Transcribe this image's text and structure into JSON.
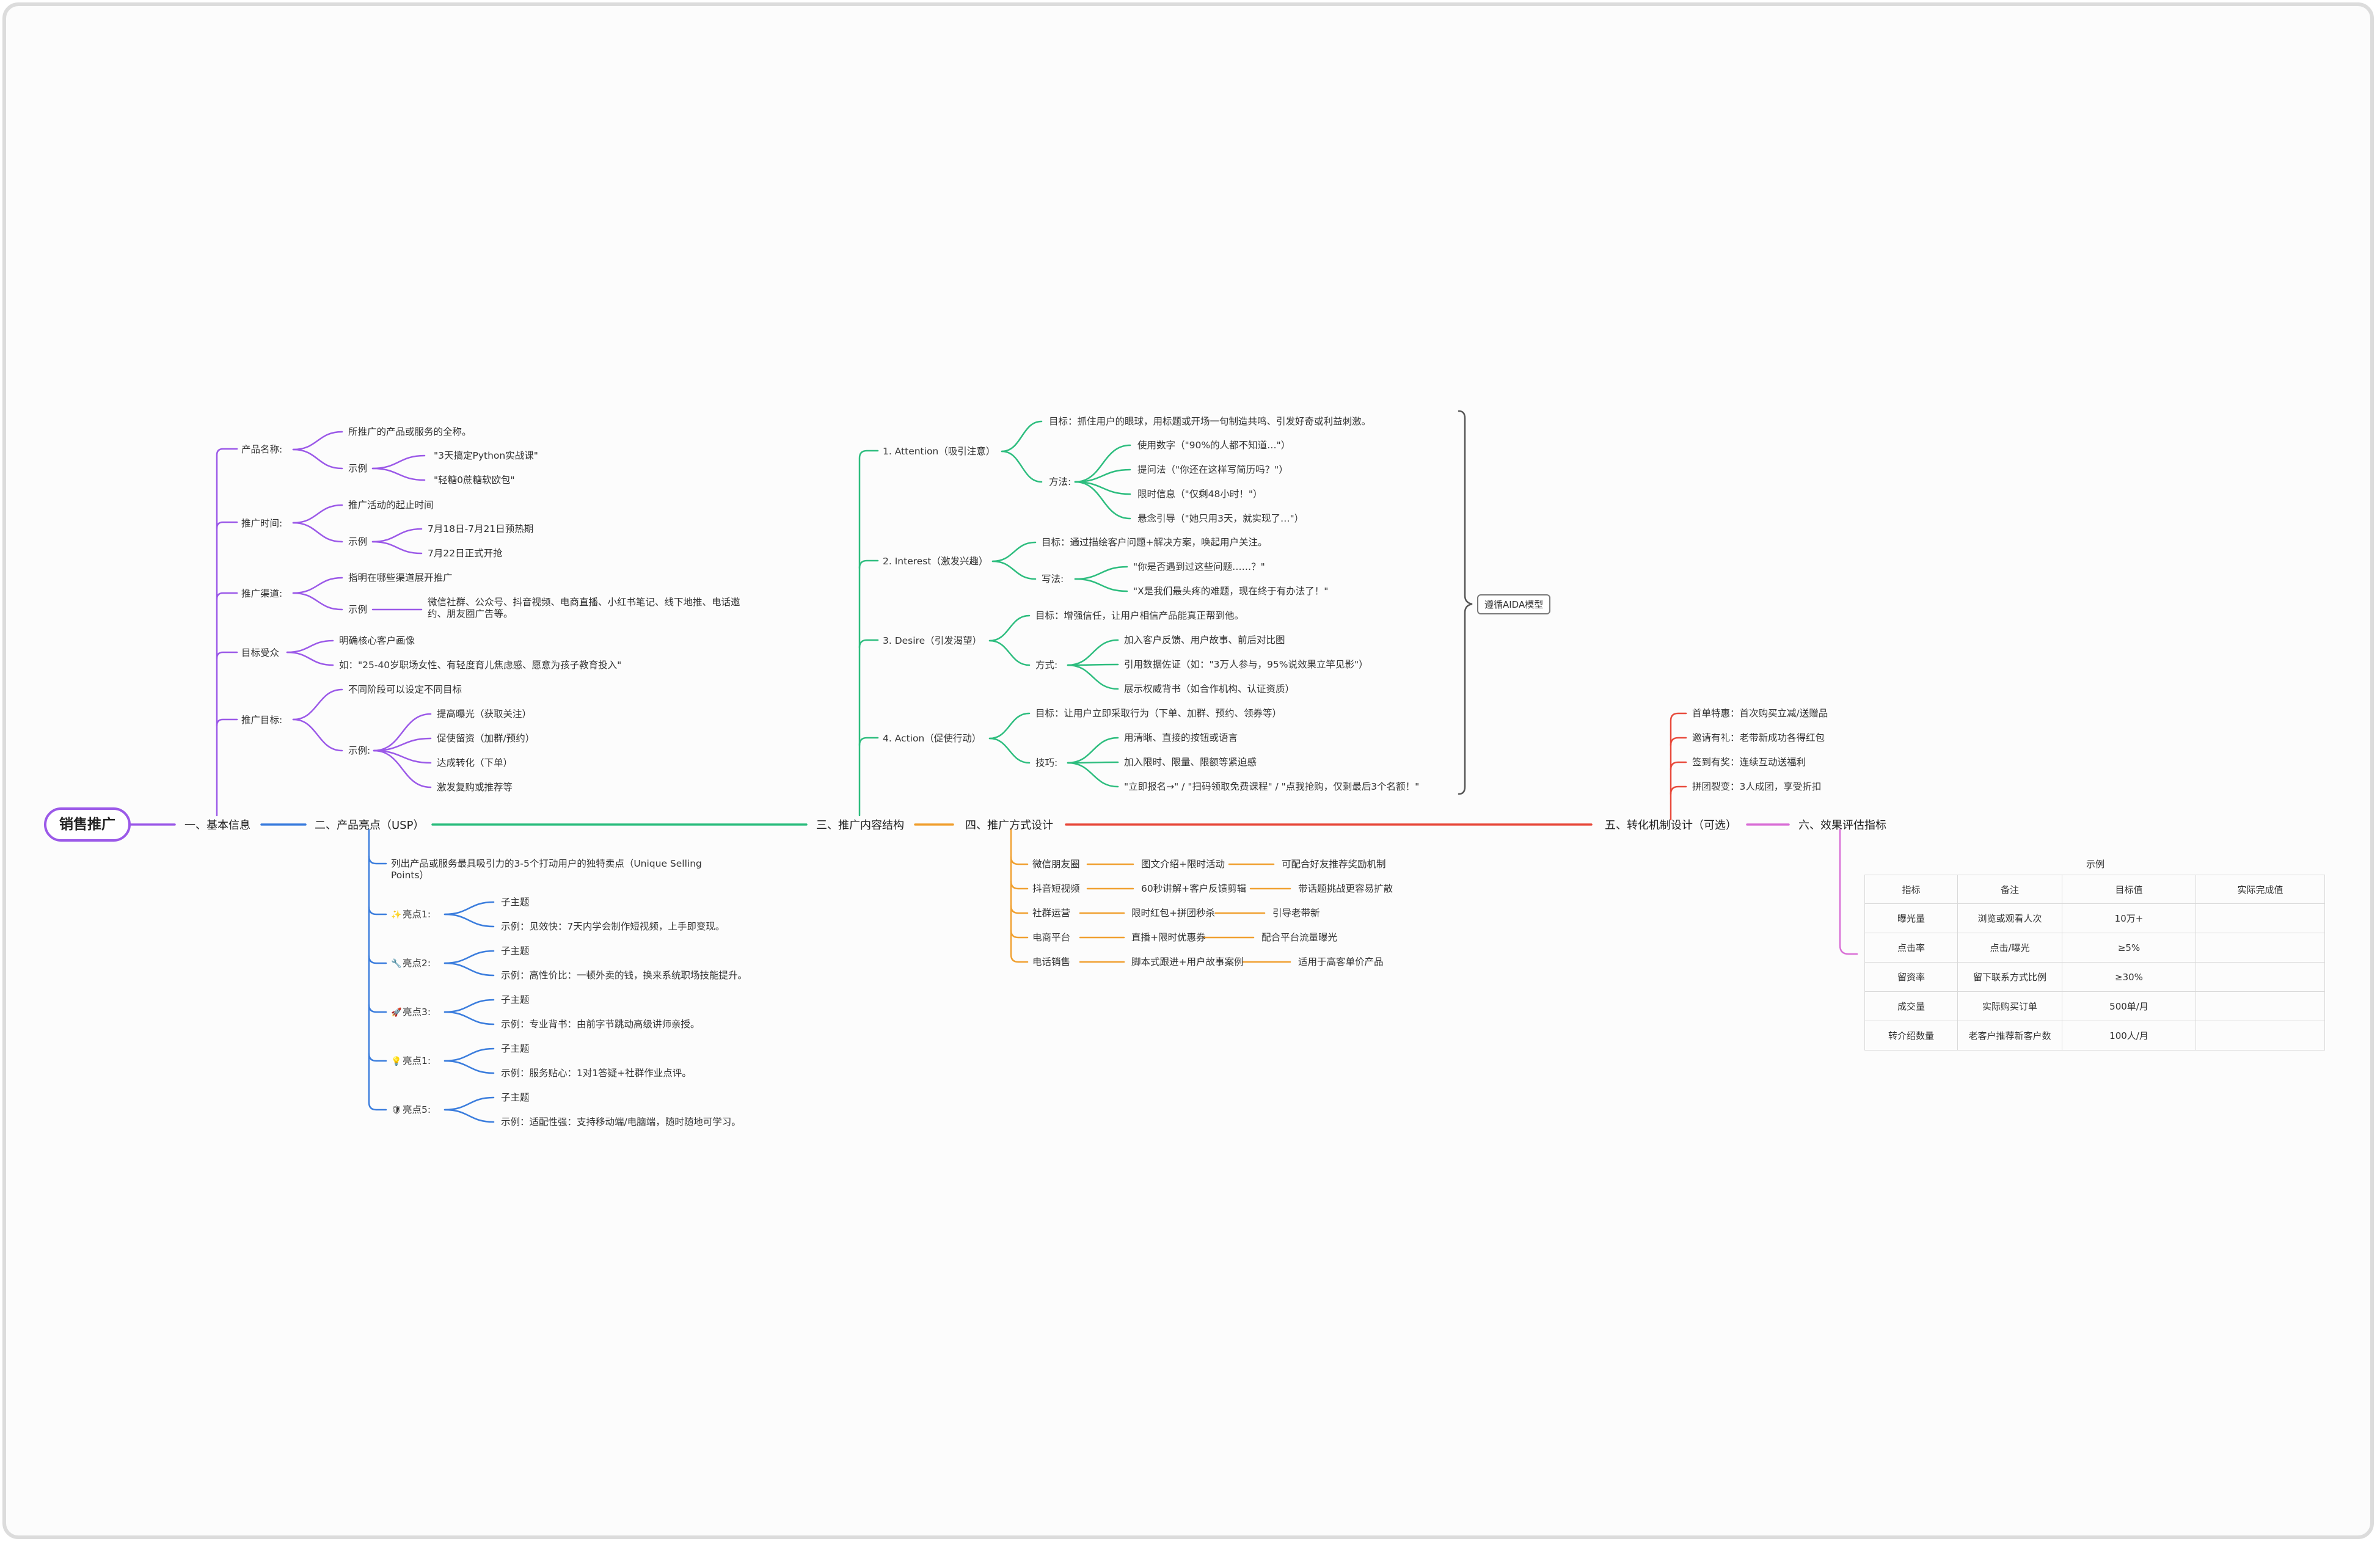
{
  "root": "销售推广",
  "branches": {
    "basic": "一、基本信息",
    "usp": "二、产品亮点（USP）",
    "content": "三、推广内容结构",
    "channel": "四、推广方式设计",
    "conversion": "五、转化机制设计（可选）",
    "kpi": "六、效果评估指标"
  },
  "basic": {
    "product_name": "产品名称:",
    "product_name_desc": "所推广的产品或服务的全称。",
    "example": "示例",
    "product_ex1": "\"3天搞定Python实战课\"",
    "product_ex2": "\"轻糖0蔗糖软欧包\"",
    "time": "推广时间:",
    "time_desc": "推广活动的起止时间",
    "time_ex1": "7月18日-7月21日预热期",
    "time_ex2": "7月22日正式开抢",
    "channel": "推广渠道:",
    "channel_desc": "指明在哪些渠道展开推广",
    "channel_ex1": "微信社群、公众号、抖音视频、电商直播、小红书笔记、线下地推、电话邀约、朋友圈广告等。",
    "audience": "目标受众",
    "audience_desc": "明确核心客户画像",
    "audience_ex": "如：\"25-40岁职场女性、有轻度育儿焦虑感、愿意为孩子教育投入\"",
    "goal": "推广目标:",
    "goal_desc": "不同阶段可以设定不同目标",
    "goal_ex_label": "示例:",
    "goal_ex1": "提高曝光（获取关注）",
    "goal_ex2": "促使留资（加群/预约）",
    "goal_ex3": "达成转化（下单）",
    "goal_ex4": "激发复购或推荐等"
  },
  "usp": {
    "desc": "列出产品或服务最具吸引力的3-5个打动用户的独特卖点（Unique Selling Points）",
    "sub": "子主题",
    "points": [
      {
        "icon": "✨",
        "label": "亮点1:",
        "ex": "示例：见效快：7天内学会制作短视频，上手即变现。"
      },
      {
        "icon": "🔧",
        "label": "亮点2:",
        "ex": "示例：高性价比：一顿外卖的钱，换来系统职场技能提升。"
      },
      {
        "icon": "🚀",
        "label": "亮点3:",
        "ex": "示例：专业背书：由前字节跳动高级讲师亲授。"
      },
      {
        "icon": "💡",
        "label": "亮点1:",
        "ex": "示例：服务贴心：1对1答疑+社群作业点评。"
      },
      {
        "icon": "🛡",
        "label": "亮点5:",
        "ex": "示例：适配性强：支持移动端/电脑端，随时随地可学习。"
      }
    ]
  },
  "aida": {
    "attention": "1. Attention（吸引注意）",
    "att_goal": "目标：抓住用户的眼球，用标题或开场一句制造共鸣、引发好奇或利益刺激。",
    "method": "方法:",
    "att_m1": "使用数字（\"90%的人都不知道…\"）",
    "att_m2": "提问法（\"你还在这样写简历吗？\"）",
    "att_m3": "限时信息（\"仅剩48小时！\"）",
    "att_m4": "悬念引导（\"她只用3天，就实现了…\"）",
    "interest": "2. Interest（激发兴趣）",
    "int_goal": "目标：通过描绘客户问题+解决方案，唤起用户关注。",
    "writing": "写法:",
    "int_w1": "\"你是否遇到过这些问题……？\"",
    "int_w2": "\"X是我们最头疼的难题，现在终于有办法了！\"",
    "desire": "3. Desire（引发渴望）",
    "des_goal": "目标：增强信任，让用户相信产品能真正帮到他。",
    "way": "方式:",
    "des_w1": "加入客户反馈、用户故事、前后对比图",
    "des_w2": "引用数据佐证（如：\"3万人参与，95%说效果立竿见影\"）",
    "des_w3": "展示权威背书（如合作机构、认证资质）",
    "action": "4. Action（促使行动）",
    "act_goal": "目标：让用户立即采取行为（下单、加群、预约、领券等）",
    "tips": "技巧:",
    "act_t1": "用清晰、直接的按钮或语言",
    "act_t2": "加入限时、限量、限额等紧迫感",
    "act_t3": "\"立即报名→\" / \"扫码领取免费课程\" / \"点我抢购，仅剩最后3个名额！\"",
    "model": "遵循AIDA模型"
  },
  "channels": [
    {
      "name": "微信朋友圈",
      "method": "图文介绍+限时活动",
      "note": "可配合好友推荐奖励机制"
    },
    {
      "name": "抖音短视频",
      "method": "60秒讲解+客户反馈剪辑",
      "note": "带话题挑战更容易扩散"
    },
    {
      "name": "社群运营",
      "method": "限时红包+拼团秒杀",
      "note": "引导老带新"
    },
    {
      "name": "电商平台",
      "method": "直播+限时优惠券",
      "note": "配合平台流量曝光"
    },
    {
      "name": "电话销售",
      "method": "脚本式跟进+用户故事案例",
      "note": "适用于高客单价产品"
    }
  ],
  "conversion": [
    "首单特惠：首次购买立减/送赠品",
    "邀请有礼：老带新成功各得红包",
    "签到有奖：连续互动送福利",
    "拼团裂变：3人成团，享受折扣"
  ],
  "kpi": {
    "caption": "示例",
    "headers": [
      "指标",
      "备注",
      "目标值",
      "实际完成值"
    ],
    "rows": [
      [
        "曝光量",
        "浏览或观看人次",
        "10万+",
        ""
      ],
      [
        "点击率",
        "点击/曝光",
        "≥5%",
        ""
      ],
      [
        "留资率",
        "留下联系方式比例",
        "≥30%",
        ""
      ],
      [
        "成交量",
        "实际购买订单",
        "500单/月",
        ""
      ],
      [
        "转介绍数量",
        "老客户推荐新客户数",
        "100人/月",
        ""
      ]
    ]
  },
  "colors": {
    "purple": "#9b59e8",
    "blue": "#3b7ddd",
    "green": "#2dbd7e",
    "orange": "#f0a030",
    "red": "#e84a3c",
    "pink": "#d96fd6"
  }
}
